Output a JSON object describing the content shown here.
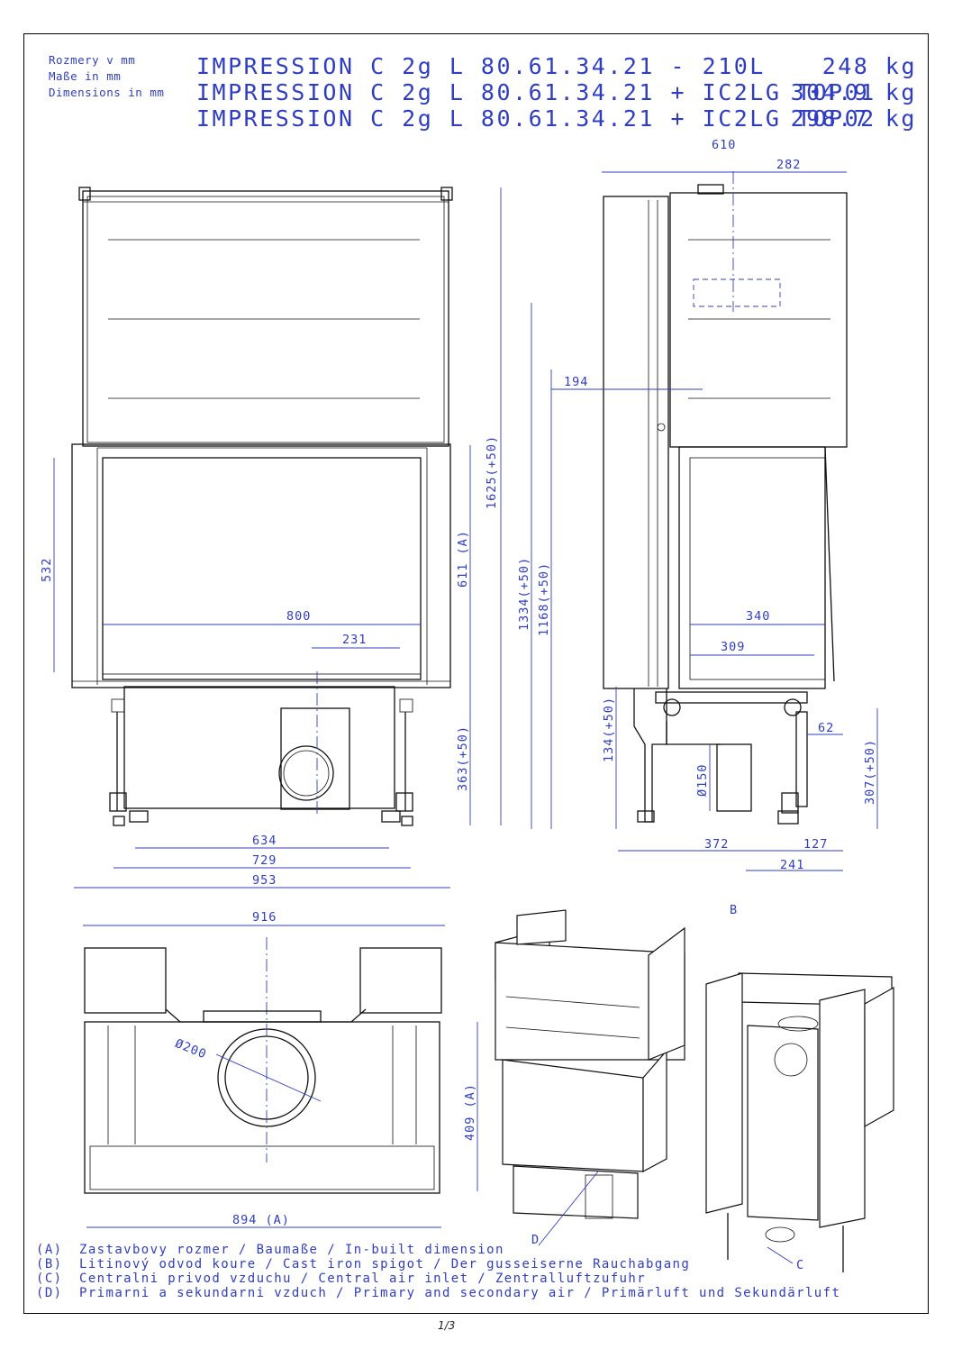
{
  "header": {
    "unit_label_cz": "Rozmery v mm",
    "unit_label_de": "Maße in mm",
    "unit_label_en": "Dimensions in mm",
    "models": [
      {
        "name": "IMPRESSION C 2g L 80.61.34.21 - 210L",
        "weight": "248 kg"
      },
      {
        "name": "IMPRESSION C 2g L 80.61.34.21 + IC2LG TOP01",
        "weight": "304.9 kg"
      },
      {
        "name": "IMPRESSION C 2g L 80.61.34.21 + IC2LG TOP02",
        "weight": "298.7 kg"
      }
    ]
  },
  "front_view": {
    "dims": {
      "h_total": "1625(+50)",
      "h_glass": "532",
      "h_frame": "611 (A)",
      "h_base": "363(+50)",
      "w_glass": "800",
      "w_offset": "231",
      "w_feet": "634",
      "w_feet2": "729",
      "w_total": "953"
    }
  },
  "side_view": {
    "dims": {
      "w_total": "610",
      "w_top": "282",
      "offset": "194",
      "h_outlet": "1334(+50)",
      "h_inlet": "1168(+50)",
      "h_base": "134(+50)",
      "w_glass": "340",
      "w_inner": "309",
      "dia_inlet": "Ø150",
      "w_inlet": "62",
      "h_inlet_low": "307(+50)",
      "d_372": "372",
      "d_127": "127",
      "d_241": "241"
    }
  },
  "top_view": {
    "dims": {
      "w_total": "916",
      "dia_outlet": "Ø200",
      "depth": "409 (A)",
      "w_inbuilt": "894 (A)"
    }
  },
  "callouts": {
    "b": "B",
    "c": "C",
    "d": "D"
  },
  "legend": [
    {
      "code": "(A)",
      "text": "Zastavbovy rozmer / Baumaße / In-built dimension"
    },
    {
      "code": "(B)",
      "text": "Litinový odvod koure / Cast iron spigot / Der gusseiserne Rauchabgang"
    },
    {
      "code": "(C)",
      "text": "Centralni privod vzduchu / Central air inlet / Zentralluftzufuhr"
    },
    {
      "code": "(D)",
      "text": "Primarni a sekundarni vzduch / Primary and secondary air / Primärluft und Sekundärluft"
    }
  ],
  "page_number": "1/3"
}
